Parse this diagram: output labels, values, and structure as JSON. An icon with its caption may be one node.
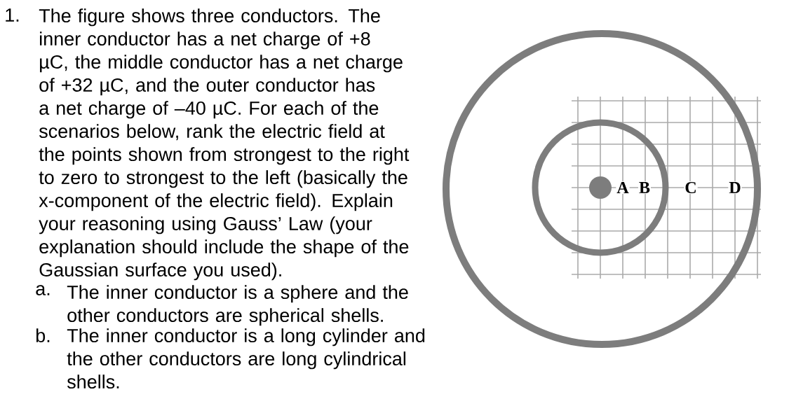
{
  "diagram": {
    "labels": [
      "1.",
      "The figure shows three conductors.  The inner conductor has a net charge of +8 µC, the middle conductor has a net charge of +32 µC, and the outer conductor has a net charge of –40 µC.  For each of the scenarios below, rank the electric field at the points shown from strongest to the right to zero to strongest to the left (basically the x-component of the electric field).  Explain your reasoning using Gauss’ Law (your explanation should include the shape of the Gaussian surface you used).",
      "a.",
      "The inner conductor is a sphere and the other conductors are spherical shells.",
      "b.",
      "The inner conductor is a long cylinder and the other conductors are long cylindrical shells.",
      "A",
      "B",
      "C",
      "D"
    ]
  }
}
